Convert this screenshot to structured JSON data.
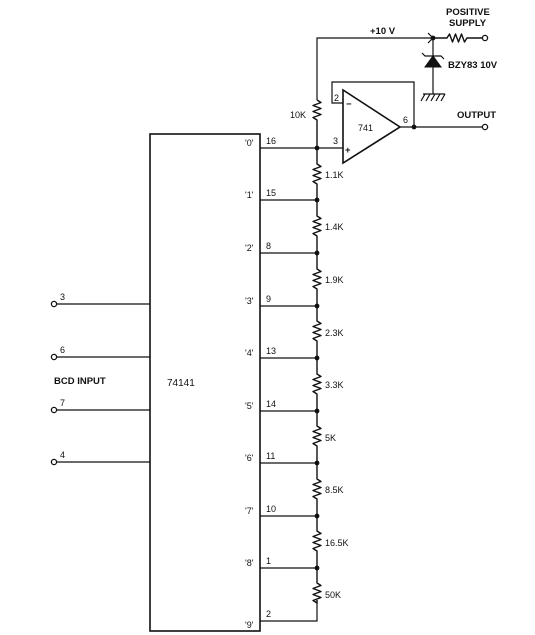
{
  "supply": {
    "voltage": "+10 V",
    "label_line1": "POSITIVE",
    "label_line2": "SUPPLY",
    "zener": "BZY83 10V"
  },
  "opamp": {
    "name": "741",
    "pin_inv": "2",
    "pin_noninv": "3",
    "pin_out": "6",
    "minus": "−",
    "plus": "+"
  },
  "output_label": "OUTPUT",
  "ic": {
    "name": "74141"
  },
  "bcd": {
    "label": "BCD INPUT",
    "inputs": [
      "3",
      "6",
      "7",
      "4"
    ]
  },
  "top_resistor": "10K",
  "outputs": [
    {
      "name": "'0'",
      "pin": "16"
    },
    {
      "name": "'1'",
      "pin": "15"
    },
    {
      "name": "'2'",
      "pin": "8"
    },
    {
      "name": "'3'",
      "pin": "9"
    },
    {
      "name": "'4'",
      "pin": "13"
    },
    {
      "name": "'5'",
      "pin": "14"
    },
    {
      "name": "'6'",
      "pin": "11"
    },
    {
      "name": "'7'",
      "pin": "10"
    },
    {
      "name": "'8'",
      "pin": "1"
    },
    {
      "name": "'9'",
      "pin": "2"
    }
  ],
  "ladder_resistors": [
    "1.1K",
    "1.4K",
    "1.9K",
    "2.3K",
    "3.3K",
    "5K",
    "8.5K",
    "16.5K",
    "50K"
  ]
}
